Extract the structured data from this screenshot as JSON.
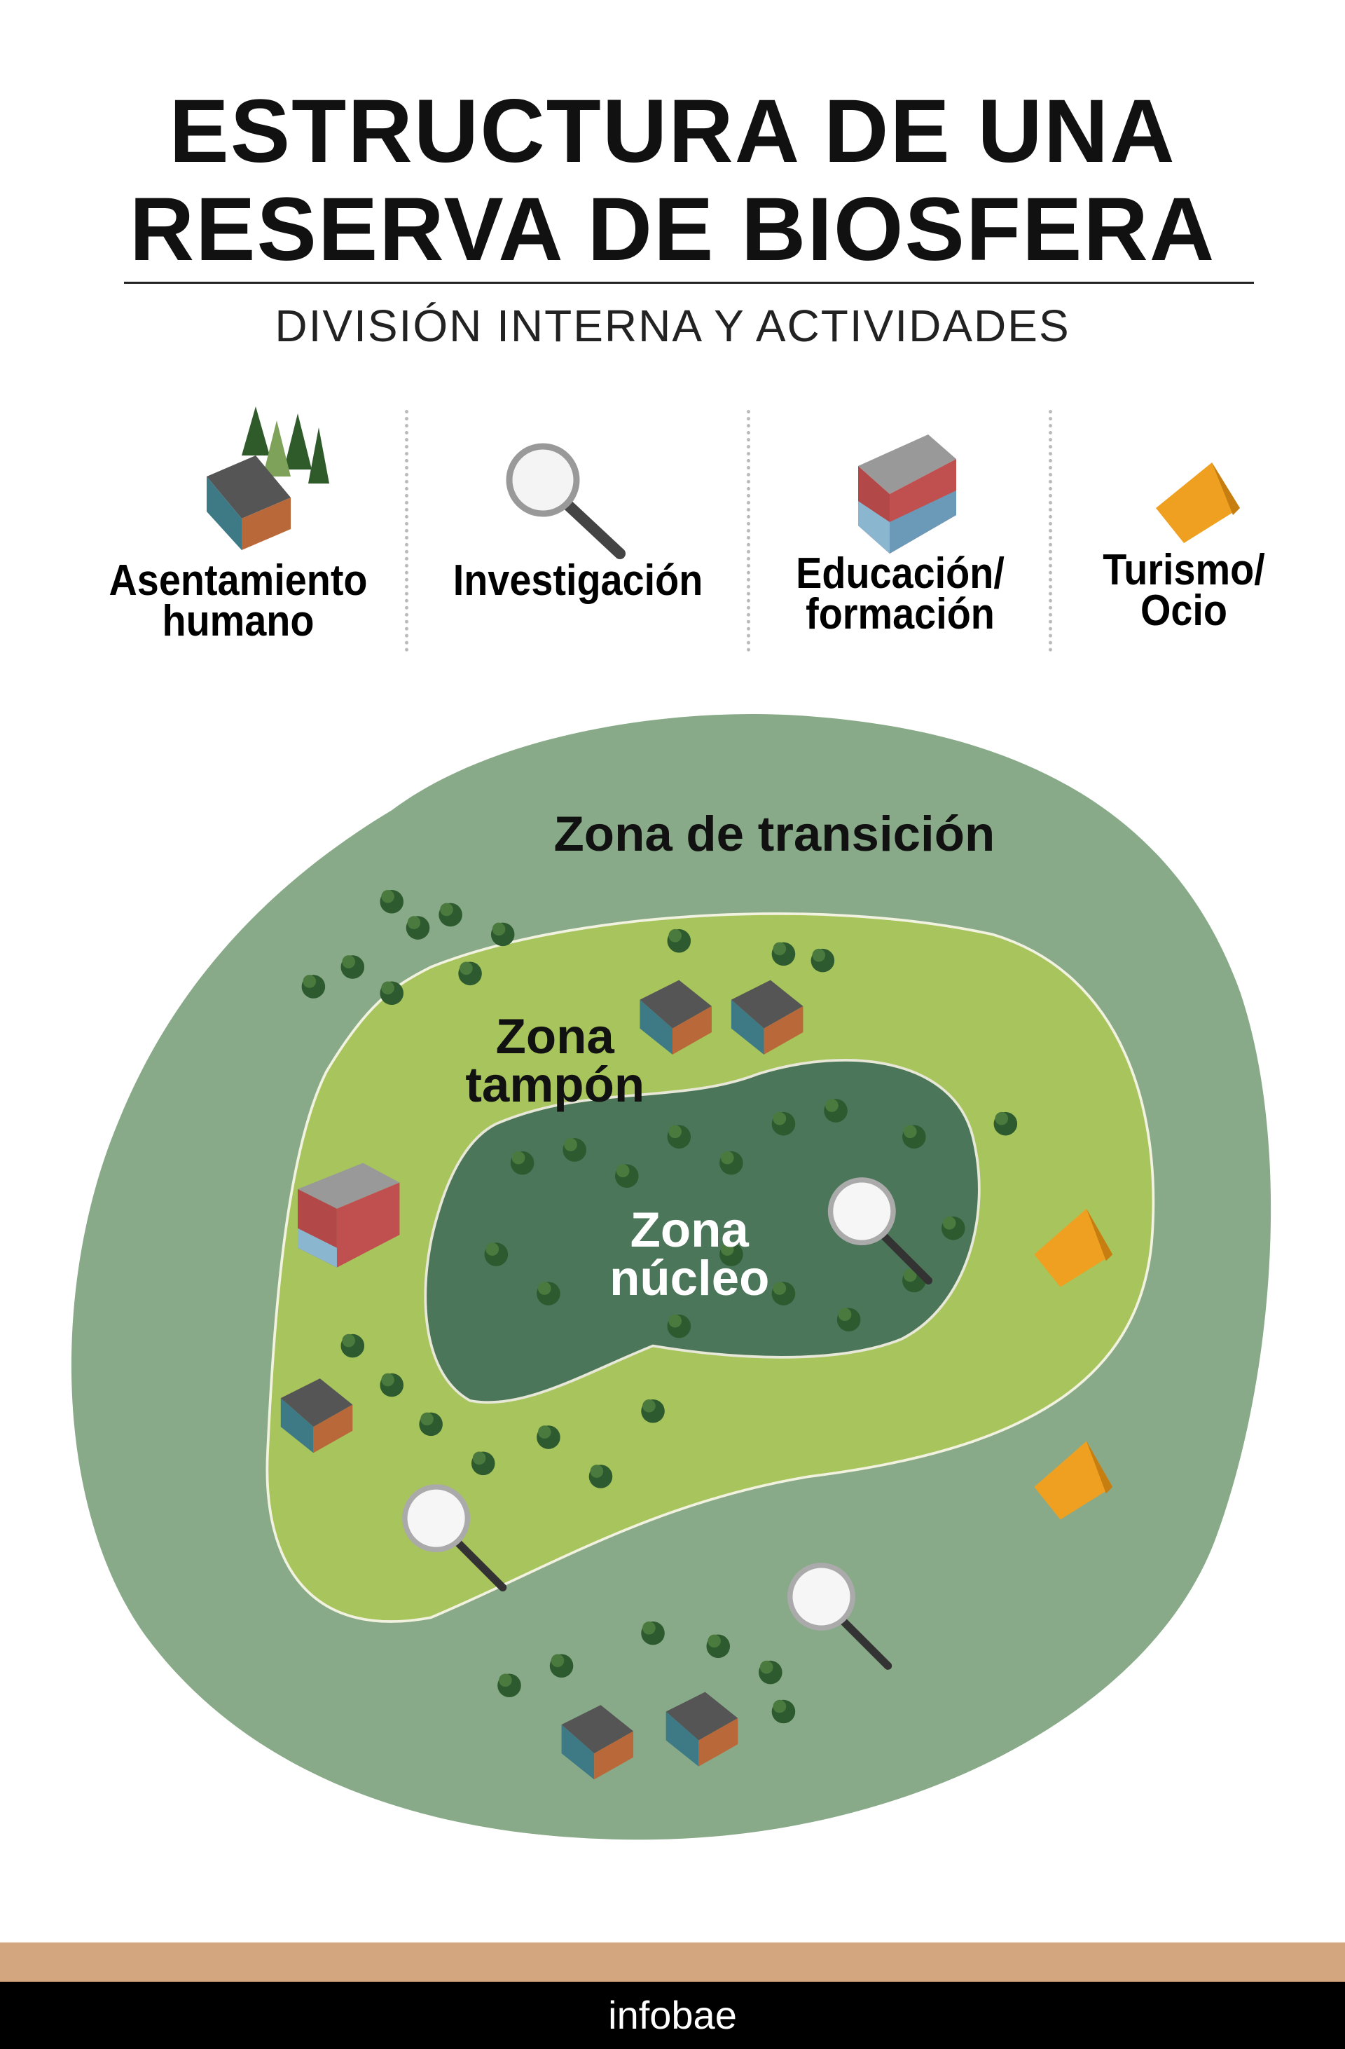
{
  "header": {
    "title_line1": "ESTRUCTURA DE UNA",
    "title_line2": "RESERVA DE BIOSFERA",
    "subtitle": "DIVISIÓN INTERNA Y ACTIVIDADES"
  },
  "legend": [
    {
      "icon": "house-trees-icon",
      "line1": "Asentamiento",
      "line2": "humano"
    },
    {
      "icon": "magnifying-glass-icon",
      "line1": "Investigación",
      "line2": ""
    },
    {
      "icon": "school-building-icon",
      "line1": "Educación/",
      "line2": "formación"
    },
    {
      "icon": "tent-icon",
      "line1": "Turismo/",
      "line2": "Ocio"
    }
  ],
  "map": {
    "transition_label": "Zona de transición",
    "buffer_label_1": "Zona",
    "buffer_label_2": "tampón",
    "core_label_1": "Zona",
    "core_label_2": "núcleo",
    "colors": {
      "transition": "#88aa88",
      "buffer": "#a8c45c",
      "core": "#4b7659",
      "tent": "#f0a020"
    }
  },
  "footer": {
    "brand": "infobae",
    "band_color": "#d4a67f"
  }
}
